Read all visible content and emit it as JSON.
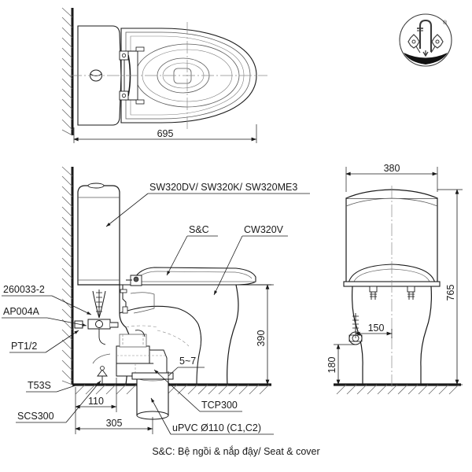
{
  "drawing": {
    "title_caption": "S&C: Bệ ngồi & nắp đậy/ Seat & cover",
    "views": {
      "top": {
        "name": "top-view",
        "dimension_width": "695"
      },
      "side": {
        "name": "side-view",
        "dimension_height": "390",
        "dimension_gap": "5~7",
        "dimension_offset": "110",
        "dimension_rough_in": "305"
      },
      "front": {
        "name": "front-view",
        "dimension_width": "380",
        "dimension_height": "765",
        "dimension_supply_height": "150",
        "dimension_supply_floor": "180"
      }
    },
    "labels": {
      "tank_models": "SW320DV/ SW320K/ SW320ME3",
      "seat_cover": "S&C",
      "bowl_model": "CW320V",
      "part_260033": "260033-2",
      "part_ap004a": "AP004A",
      "part_pt12": "PT1/2",
      "part_t53s": "T53S",
      "part_scs300": "SCS300",
      "part_tcp300": "TCP300",
      "part_upvc": "uPVC Ø110 (C1,C2)"
    },
    "logo": {
      "name": "water-saving-certification-logo",
      "registered_mark": "®"
    },
    "colors": {
      "line": "#1a1a1a",
      "thin_line": "#4a4a4a",
      "text": "#1a1a1a",
      "background": "#ffffff"
    }
  }
}
